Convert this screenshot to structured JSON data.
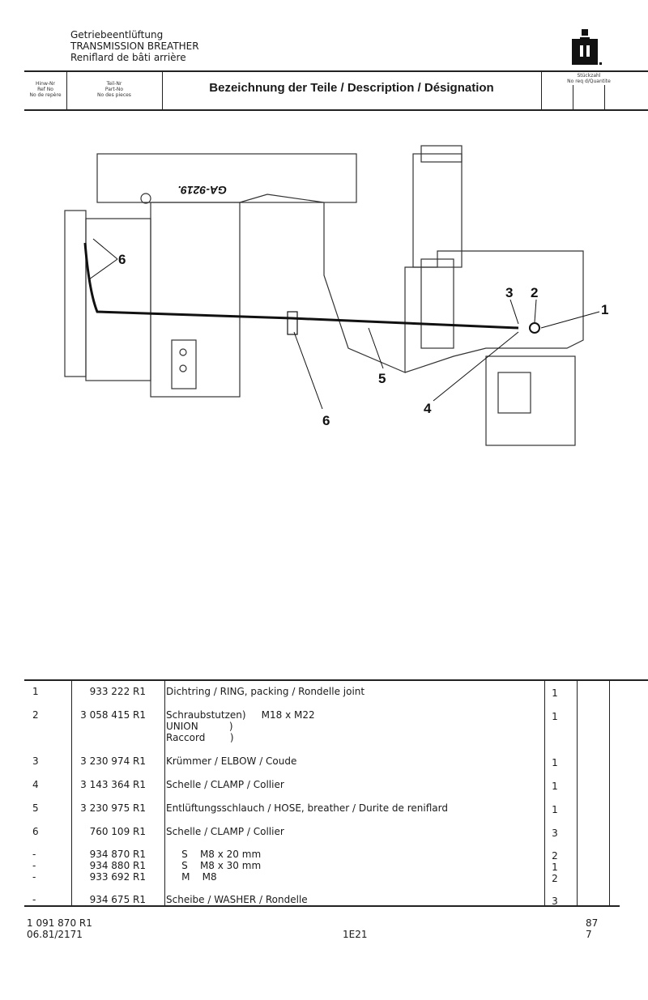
{
  "header": {
    "title_de": "Getriebeentlüftung",
    "title_en": "TRANSMISSION BREATHER",
    "title_fr": "Reniflard de bâti arrière",
    "col_ref": [
      "Hinw-Nr",
      "Ref No",
      "No de repère"
    ],
    "col_part": [
      "Teil-Nr",
      "Part-No",
      "No des pieces"
    ],
    "col_desc": "Bezeichnung der Teile / Description / Désignation",
    "col_qty": [
      "Stückzahl",
      "No req d/Quantite"
    ]
  },
  "diagram": {
    "drawing_no": "GA-9219.",
    "callouts": [
      "1",
      "2",
      "3",
      "4",
      "5",
      "6",
      "6"
    ]
  },
  "parts": [
    {
      "ref": "1",
      "part": "933 222 R1",
      "desc": [
        "Dichtring / RING, packing / Rondelle joint"
      ],
      "qty": [
        "1"
      ]
    },
    {
      "ref": "2",
      "part": "3 058 415 R1",
      "desc": [
        "Schraubstutzen)     M18 x M22",
        "UNION          )",
        "Raccord        )"
      ],
      "qty": [
        "1"
      ]
    },
    {
      "ref": "3",
      "part": "3 230 974 R1",
      "desc": [
        "Krümmer / ELBOW / Coude"
      ],
      "qty": [
        "1"
      ]
    },
    {
      "ref": "4",
      "part": "3 143 364 R1",
      "desc": [
        "Schelle / CLAMP / Collier"
      ],
      "qty": [
        "1"
      ]
    },
    {
      "ref": "5",
      "part": "3 230 975 R1",
      "desc": [
        "Entlüftungsschlauch / HOSE, breather / Durite de reniflard"
      ],
      "qty": [
        "1"
      ]
    },
    {
      "ref": "6",
      "part": "760 109 R1",
      "desc": [
        "Schelle / CLAMP / Collier"
      ],
      "qty": [
        "3"
      ]
    },
    {
      "ref": "-",
      "part": "934 870 R1",
      "desc": [
        "     S    M8 x 20 mm"
      ],
      "qty": [
        "2"
      ]
    },
    {
      "ref": "-",
      "part": "934 880 R1",
      "desc": [
        "     S    M8 x 30 mm"
      ],
      "qty": [
        "1"
      ]
    },
    {
      "ref": "-",
      "part": "933 692 R1",
      "desc": [
        "     M    M8"
      ],
      "qty": [
        "2"
      ]
    },
    {
      "ref": "-",
      "part": "934 675 R1",
      "desc": [
        "Scheibe / WASHER / Rondelle"
      ],
      "qty": [
        "3"
      ]
    }
  ],
  "footer": {
    "catalog_no": "1 091 870 R1",
    "date_code": "06.81/2171",
    "section": "1E21",
    "page_a": "87",
    "page_b": "7"
  }
}
